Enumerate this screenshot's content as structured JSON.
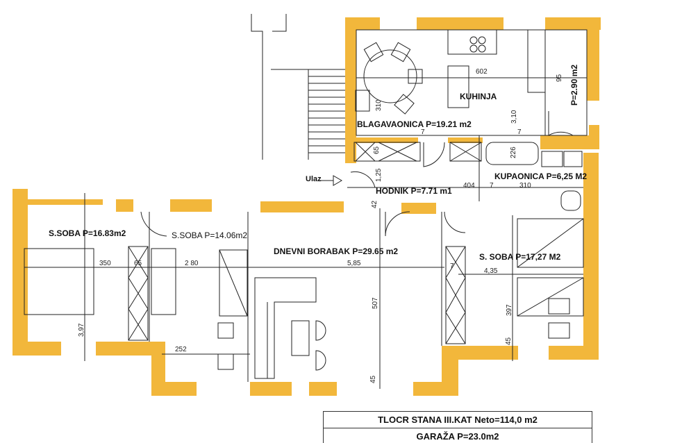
{
  "plan": {
    "wall_color": "#f2b73b",
    "line_color": "#222222",
    "rooms": {
      "kuhinja": "KUHINJA",
      "blagavaonica": "BLAGAVAONICA P=19.21 m2",
      "ostava": "P=2.90 m2",
      "hodnik": "HODNIK P=7.71 m1",
      "kupaonica": "KUPAONICA P=6,25 M2",
      "soba1": "S.SOBA P=16.83m2",
      "soba2": "S.SOBA P=14.06m2",
      "dnevni": "DNEVNI BORABAK P=29.65 m2",
      "soba3": "S. SOBA P=17,27 M2",
      "ulaz": "Ulaz"
    },
    "dimensions": [
      "602",
      "95",
      "3,10",
      "310",
      "65",
      "226",
      "1,25",
      "404",
      "7",
      "310",
      "42",
      "350",
      "65",
      "2 80",
      "5,85",
      "507",
      "3,97",
      "252",
      "4,35",
      "397",
      "45",
      "45",
      "7",
      "7",
      "7"
    ]
  },
  "title_block": {
    "line1": "TLOCR STANA III.KAT Neto=114,0 m2",
    "line2": "GARAŽA P=23.0m2"
  }
}
